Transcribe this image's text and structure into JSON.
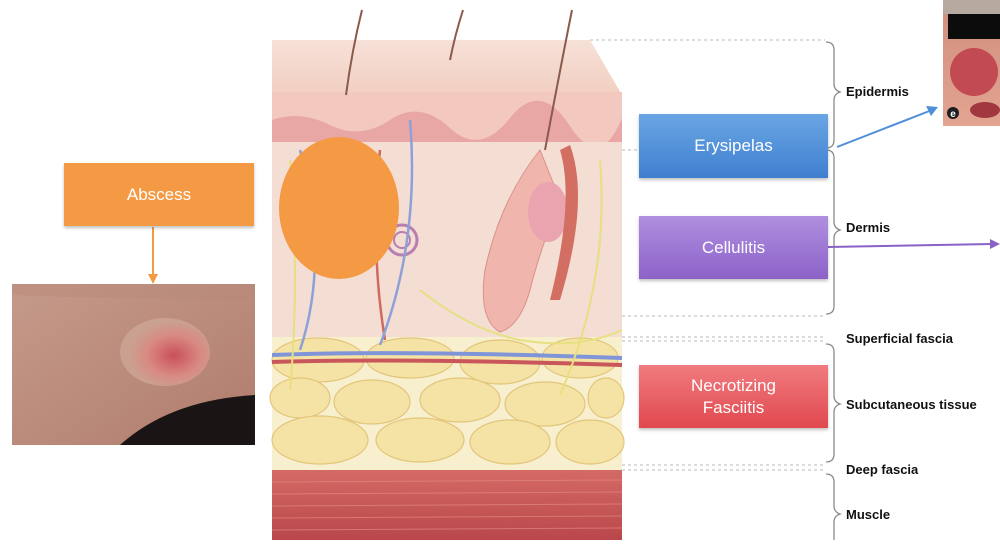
{
  "conditions": {
    "abscess": "Abscess",
    "erysipelas": "Erysipelas",
    "cellulitis": "Cellulitis",
    "necrotizing_line1": "Necrotizing",
    "necrotizing_line2": "Fasciitis"
  },
  "layers": {
    "epidermis": "Epidermis",
    "dermis": "Dermis",
    "superficial_fascia": "Superficial fascia",
    "subcutaneous_tissue": "Subcutaneous tissue",
    "deep_fascia": "Deep fascia",
    "muscle": "Muscle"
  },
  "photo_badge": "e",
  "colors": {
    "abscess": "#f59a44",
    "erysipelas": "#4f8fd8",
    "cellulitis": "#9b6fcf",
    "necrotizing": "#e9585c",
    "skin": "#f3d3c8",
    "fat": "#f5e3a6",
    "muscle": "#c8575a"
  }
}
